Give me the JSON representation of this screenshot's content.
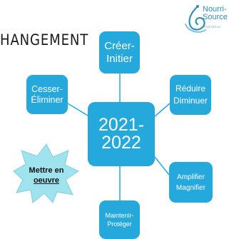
{
  "title": "HANGEMENT",
  "logo": {
    "line1": "Nourri-",
    "line2": "Source",
    "line3": "MONTRÉAL"
  },
  "center": {
    "line1": "2021-",
    "line2": "2022"
  },
  "nodes": {
    "creer": {
      "line1": "Créer-",
      "line2": "Initier"
    },
    "cesser": {
      "line1": "Cesser-",
      "line2": "Éliminer"
    },
    "reduire": {
      "line1": "Réduire",
      "line2": "Diminuer"
    },
    "amplifier": {
      "line1": "Amplifier",
      "line2": "Magnifier"
    },
    "maintenir": {
      "line1": "Maintenir-",
      "line2": "Protéger"
    }
  },
  "callout": {
    "line1": "Mettre en",
    "line2": "oeuvre"
  },
  "colors": {
    "box": "#25a9dd",
    "connector": "#25a9dd",
    "star": "#9fe3ee",
    "logo": "#2f8fb6"
  }
}
